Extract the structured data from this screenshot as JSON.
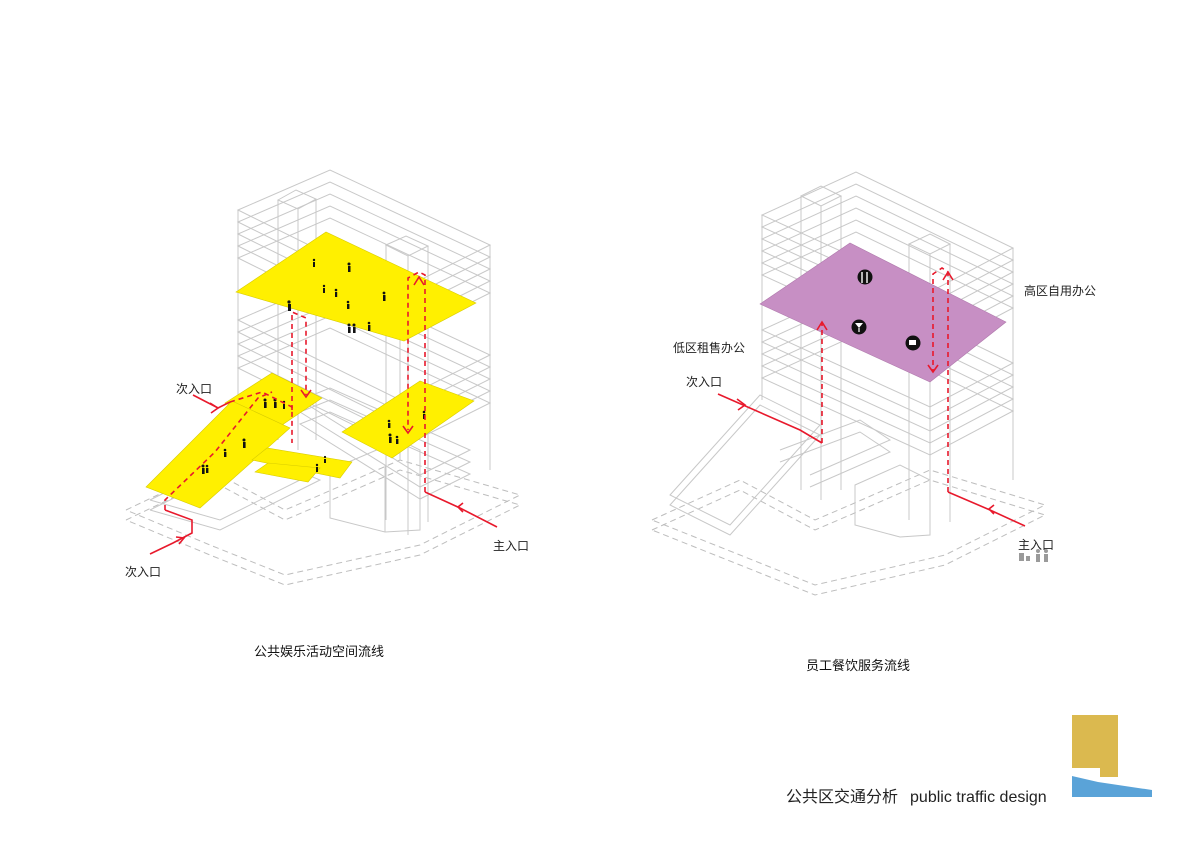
{
  "left_diagram": {
    "caption": "公共娱乐活动空间流线",
    "labels": {
      "secondary_entrance_top": "次入口",
      "secondary_entrance_bottom": "次入口",
      "main_entrance": "主入口"
    },
    "colors": {
      "floor_plate": "#fff000",
      "route": "#e8192c",
      "outline": "#c8c8c8"
    }
  },
  "right_diagram": {
    "caption": "员工餐饮服务流线",
    "labels": {
      "high_zone": "高区自用办公",
      "low_zone": "低区租售办公",
      "secondary_entrance": "次入口",
      "main_entrance": "主入口"
    },
    "colors": {
      "floor_plate": "#c78fc4",
      "route": "#e8192c",
      "outline": "#c8c8c8"
    },
    "icons": [
      "cutlery-icon",
      "cocktail-icon",
      "coffee-icon"
    ]
  },
  "footer": {
    "title_cn": "公共区交通分析",
    "title_en": "public traffic design"
  },
  "legend_colors": {
    "gold": "#dbb94f",
    "blue": "#5aa3d8"
  }
}
